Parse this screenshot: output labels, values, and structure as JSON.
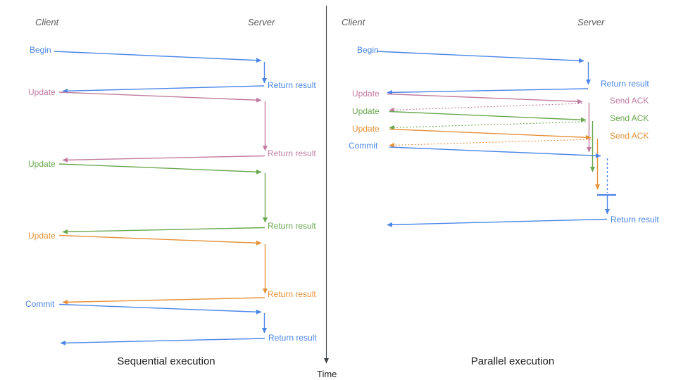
{
  "colors": {
    "blue": "#4a86e8",
    "pink": "#c27ba0",
    "green": "#6aa84f",
    "orange": "#e69138",
    "header": "#595959",
    "text": "#1f1f1f",
    "axis": "#3c4043"
  },
  "left_panel": {
    "client_header": "Client",
    "server_header": "Server",
    "caption": "Sequential execution",
    "messages": [
      {
        "label": "Begin",
        "response": "Return result",
        "color": "blue"
      },
      {
        "label": "Update",
        "response": "Return result",
        "color": "pink"
      },
      {
        "label": "Update",
        "response": "Return result",
        "color": "green"
      },
      {
        "label": "Update",
        "response": "Return result",
        "color": "orange"
      },
      {
        "label": "Commit",
        "response": "Return result",
        "color": "blue"
      }
    ]
  },
  "right_panel": {
    "client_header": "Client",
    "server_header": "Server",
    "caption": "Parallel execution",
    "messages": [
      {
        "label": "Begin",
        "response": "Return result",
        "color": "blue"
      },
      {
        "label": "Update",
        "response": "Send ACK",
        "color": "pink"
      },
      {
        "label": "Update",
        "response": "Send ACK",
        "color": "green"
      },
      {
        "label": "Update",
        "response": "Send ACK",
        "color": "orange"
      },
      {
        "label": "Commit",
        "response": "Return result",
        "color": "blue"
      }
    ]
  },
  "time_axis": {
    "label": "Time"
  }
}
